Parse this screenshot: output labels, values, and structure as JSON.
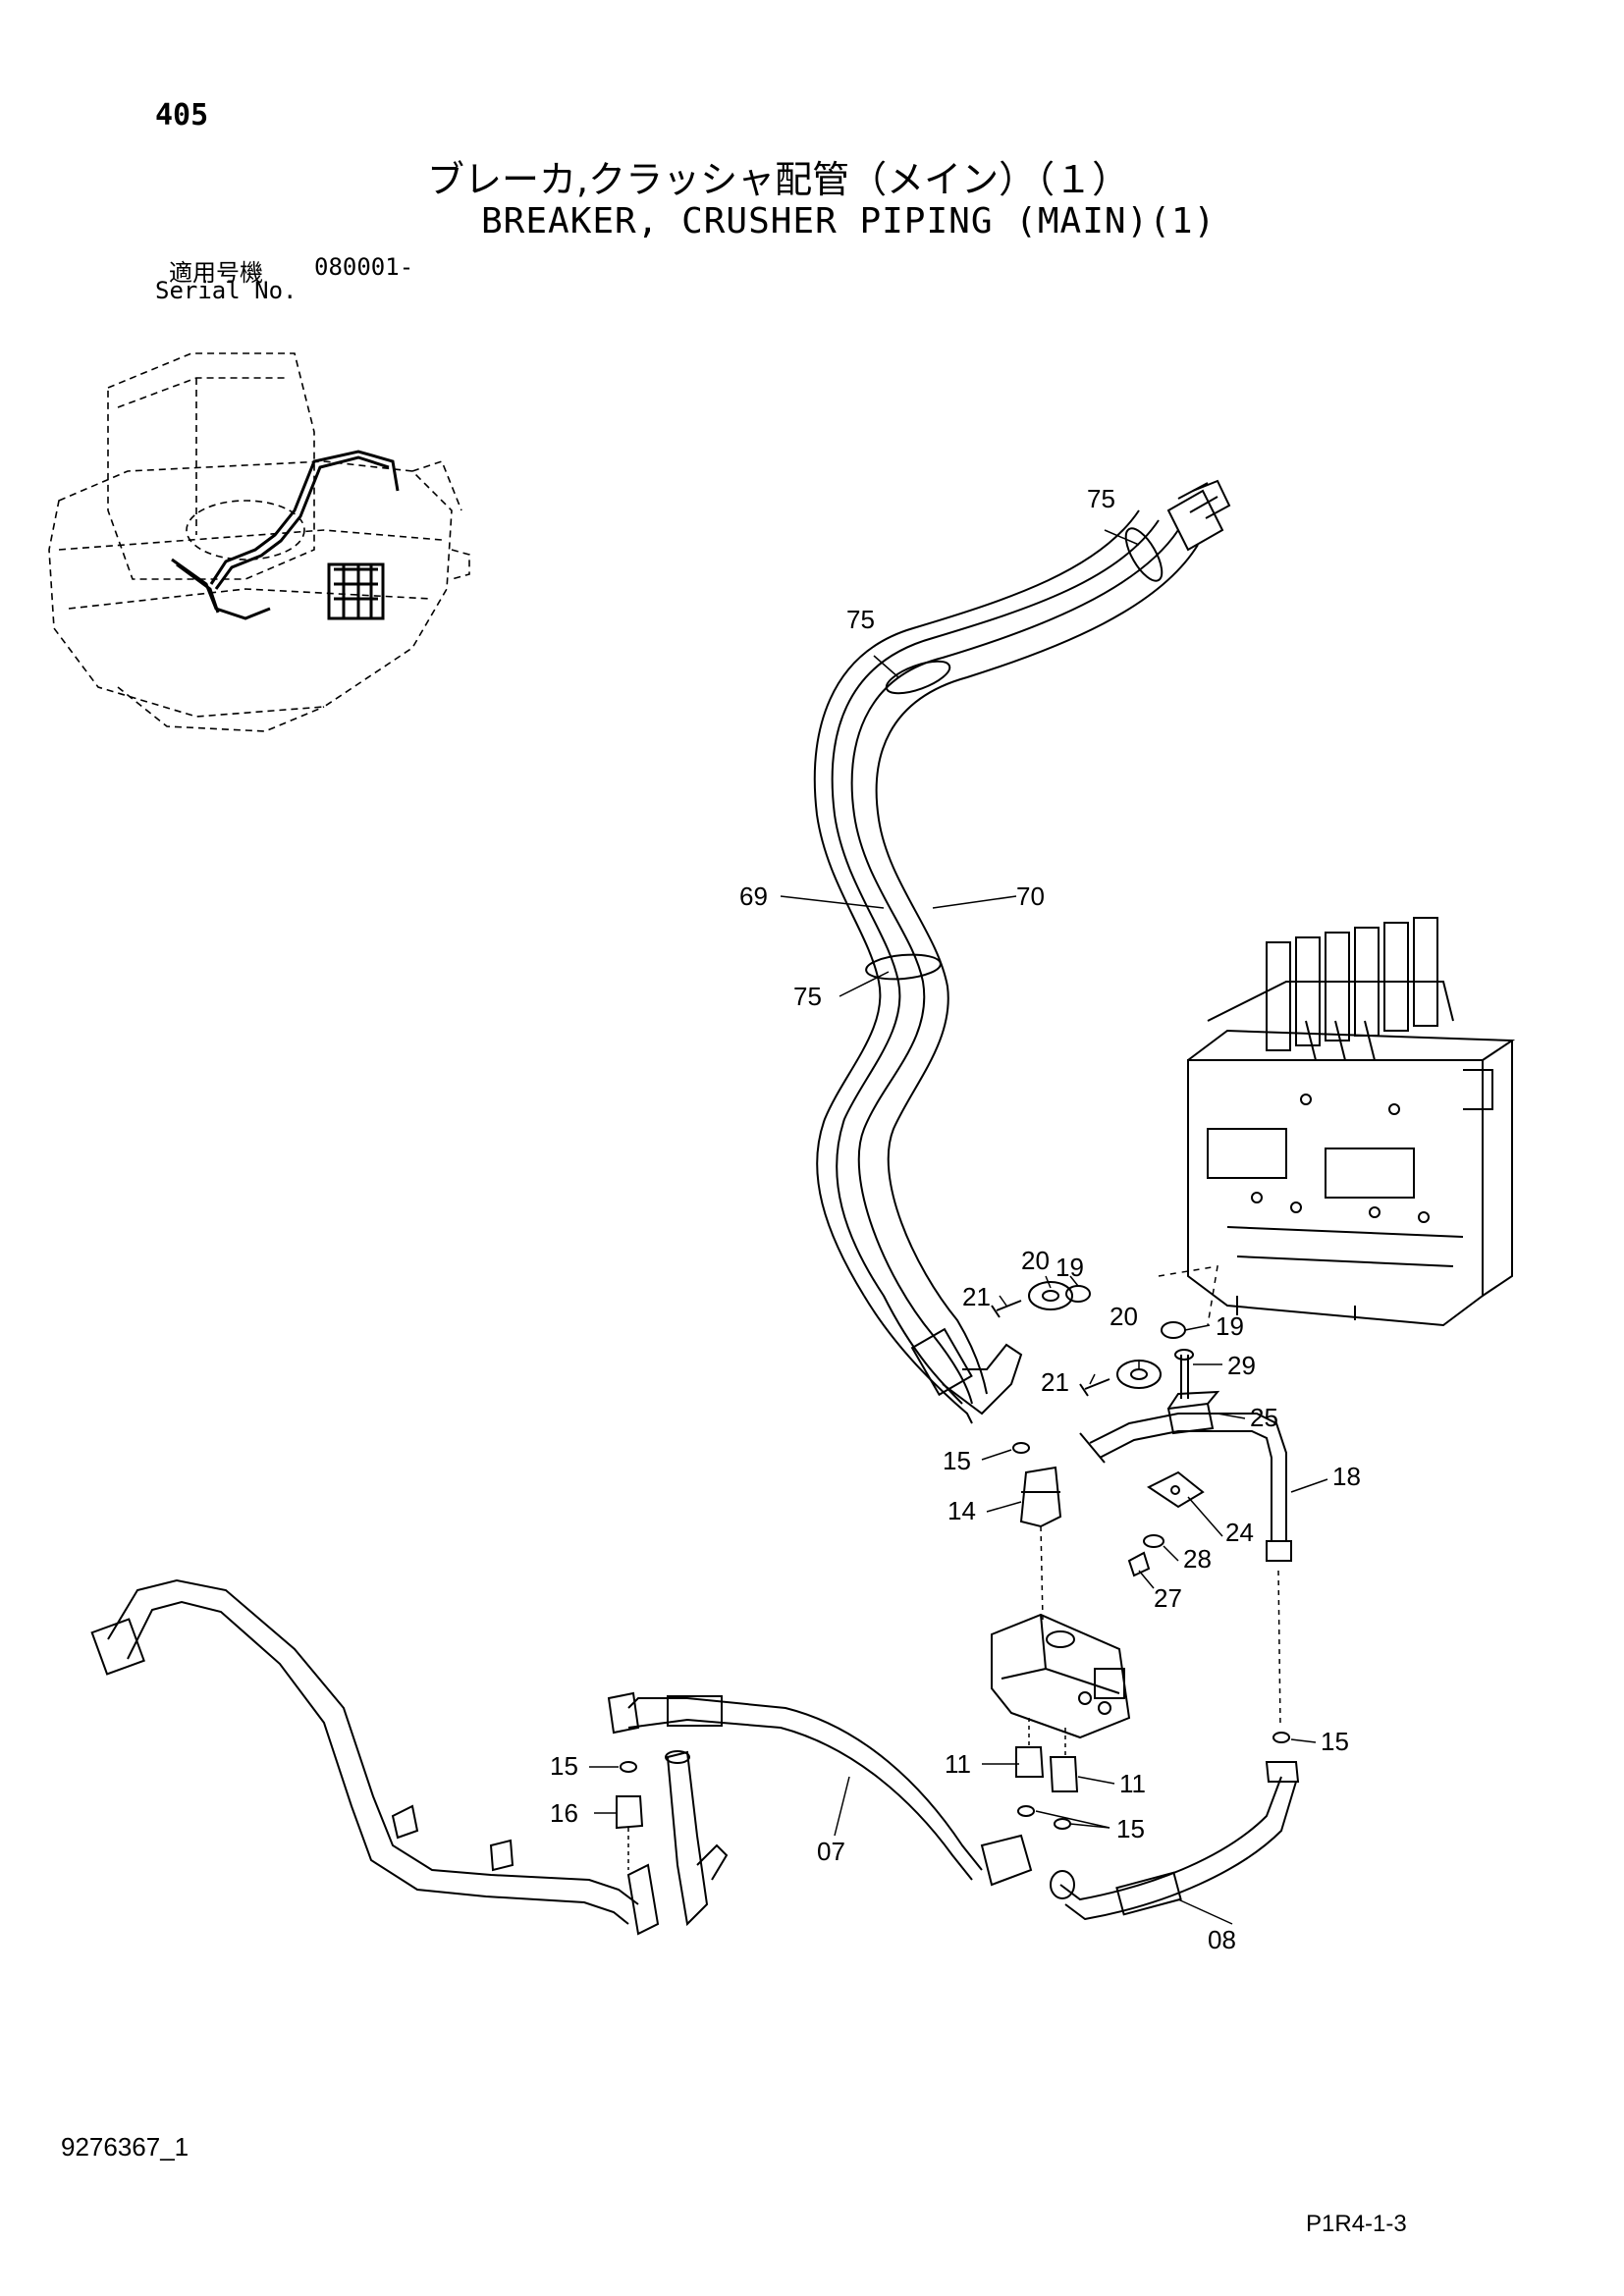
{
  "page_number": "405",
  "title_jp": "ブレーカ,クラッシャ配管（メイン）（１）",
  "title_en": "BREAKER, CRUSHER PIPING (MAIN)(1)",
  "serial": {
    "label_jp": "適用号機",
    "range": "080001-",
    "label_en": "Serial No."
  },
  "document_id": "9276367_1",
  "page_ref": "P1R4-1-3",
  "callouts": [
    {
      "id": "c75a",
      "label": "75"
    },
    {
      "id": "c75b",
      "label": "75"
    },
    {
      "id": "c69",
      "label": "69"
    },
    {
      "id": "c70",
      "label": "70"
    },
    {
      "id": "c75c",
      "label": "75"
    },
    {
      "id": "c19a",
      "label": "19"
    },
    {
      "id": "c20a",
      "label": "20"
    },
    {
      "id": "c21a",
      "label": "21"
    },
    {
      "id": "c20b",
      "label": "20"
    },
    {
      "id": "c19b",
      "label": "19"
    },
    {
      "id": "c29",
      "label": "29"
    },
    {
      "id": "c21b",
      "label": "21"
    },
    {
      "id": "c25",
      "label": "25"
    },
    {
      "id": "c15a",
      "label": "15"
    },
    {
      "id": "c18",
      "label": "18"
    },
    {
      "id": "c14",
      "label": "14"
    },
    {
      "id": "c24",
      "label": "24"
    },
    {
      "id": "c28",
      "label": "28"
    },
    {
      "id": "c27",
      "label": "27"
    },
    {
      "id": "c15b",
      "label": "15"
    },
    {
      "id": "c15c",
      "label": "15"
    },
    {
      "id": "c11a",
      "label": "11"
    },
    {
      "id": "c11b",
      "label": "11"
    },
    {
      "id": "c16",
      "label": "16"
    },
    {
      "id": "c15d",
      "label": "15"
    },
    {
      "id": "c07",
      "label": "07"
    },
    {
      "id": "c08",
      "label": "08"
    }
  ]
}
